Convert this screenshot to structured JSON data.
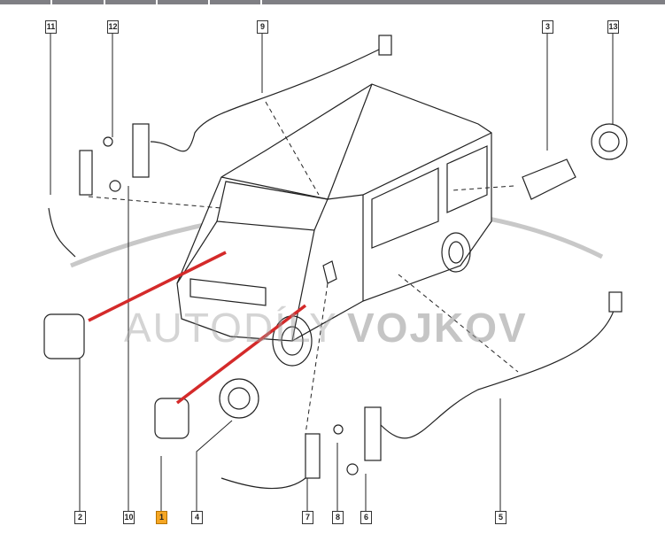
{
  "watermark": {
    "light": "AUTODÍLY",
    "bold": "VOJKOV"
  },
  "callouts": {
    "top": [
      "11",
      "12",
      "9",
      "3",
      "13"
    ],
    "bottom": [
      "2",
      "10",
      "1",
      "4",
      "7",
      "8",
      "6",
      "5"
    ]
  },
  "highlighted_part": "1",
  "colors": {
    "highlight": "#f5a623",
    "pointer": "#d42a2a",
    "line": "#222222"
  }
}
